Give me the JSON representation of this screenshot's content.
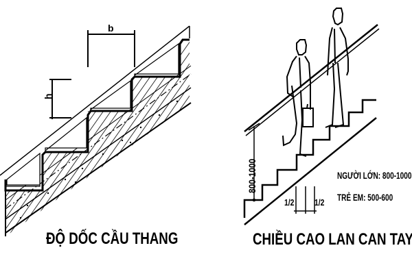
{
  "left_figure": {
    "caption": "ĐỘ DỐC CẦU THANG",
    "dimension_tread": "b",
    "dimension_riser": "h"
  },
  "right_figure": {
    "caption": "CHIỀU CAO LAN CAN TAY VỊN",
    "handrail_height_label": "800-1000",
    "half_label_left": "1/2",
    "half_label_right": "1/2",
    "notes": {
      "adult": "NGƯỜI LỚN: 800-1000",
      "child": "TRẺ EM: 500-600"
    }
  },
  "colors": {
    "line": "#000000",
    "background": "#ffffff"
  }
}
